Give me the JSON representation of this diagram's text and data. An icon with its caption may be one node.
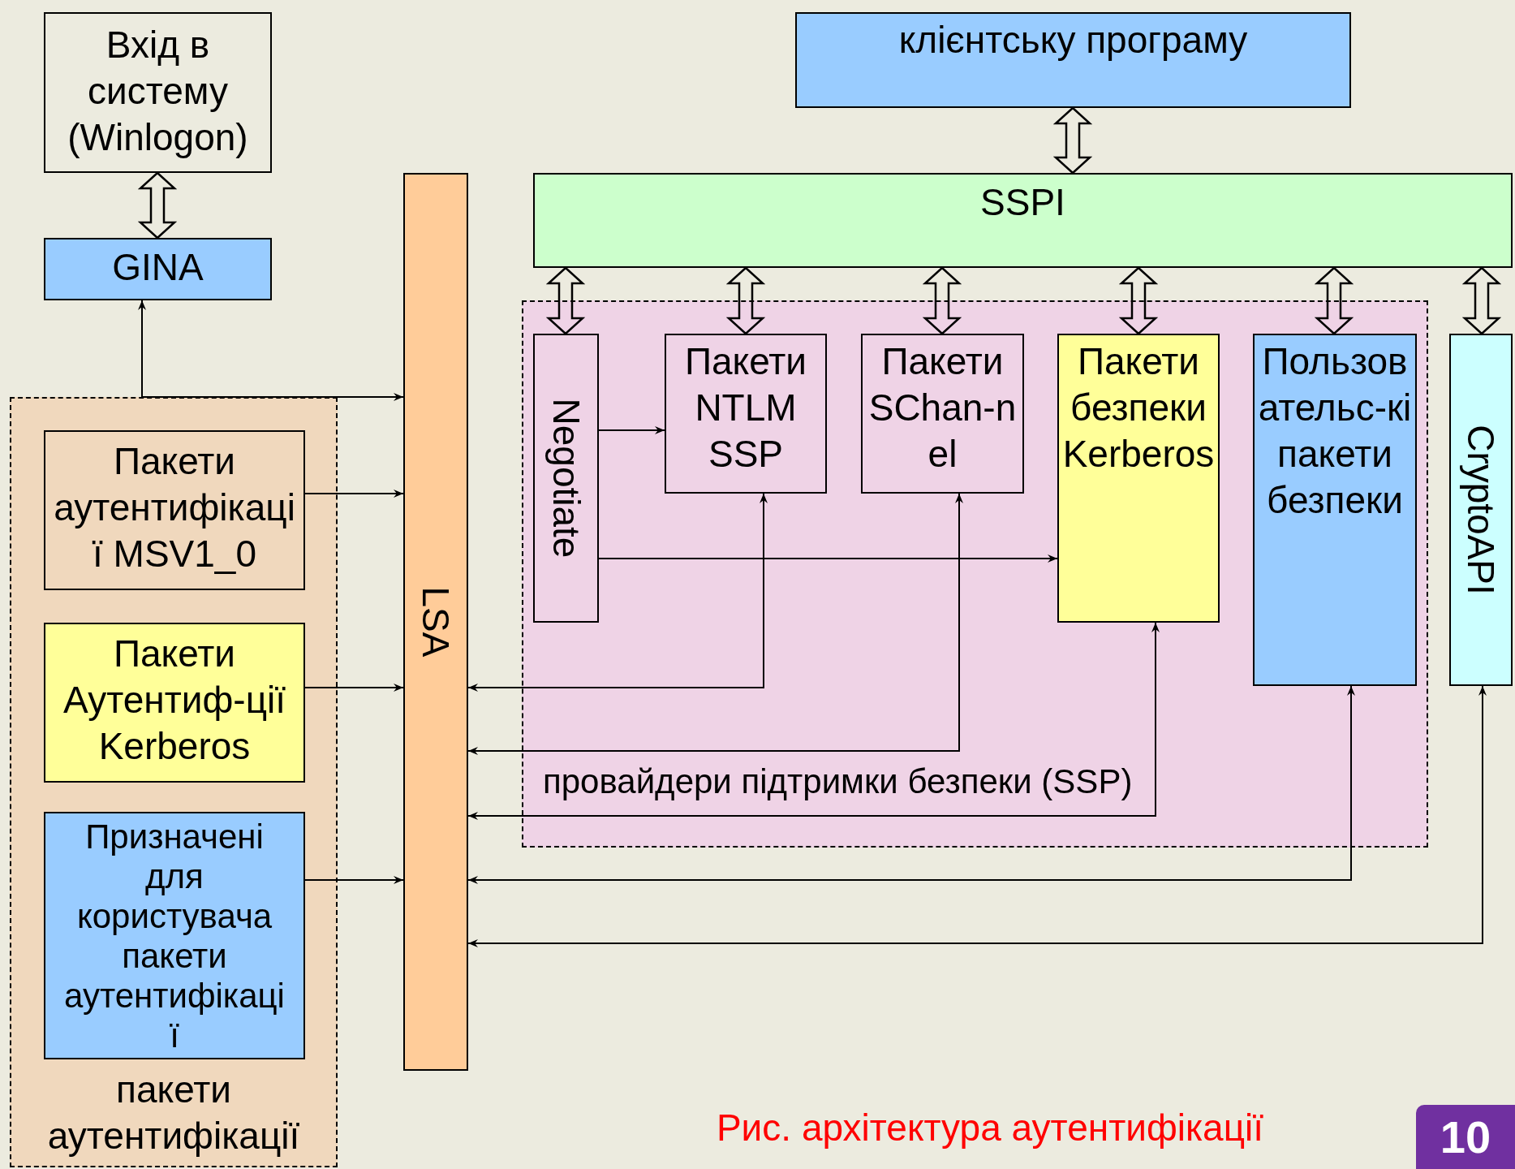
{
  "diagram": {
    "caption": "Рис. архітектура аутентифікації",
    "nodes": [
      {
        "text": [
          "Вхід в систему (Winlogon)"
        ]
      },
      {
        "text": [
          "GINA"
        ]
      },
      {
        "text": [
          "пакети аутентифікації"
        ]
      },
      {
        "text": [
          "Пакети аутентифікаці ї MSV1_0"
        ],
        "in": 2
      },
      {
        "text": [
          "Пакети Аутентиф-ції Kerberos"
        ],
        "in": 2
      },
      {
        "text": [
          "Призначені для користувача пакети аутентифікаці ї"
        ],
        "in": 2
      },
      {
        "text": [
          "LSA"
        ]
      },
      {
        "text": [
          "клієнтську програму"
        ]
      },
      {
        "text": [
          "SSPI"
        ]
      },
      {
        "text": [
          "провайдери підтримки безпеки (SSP)"
        ]
      },
      {
        "text": [
          "Negotiate"
        ],
        "in": 9
      },
      {
        "text": [
          "Пакети NTLM SSP"
        ],
        "in": 9
      },
      {
        "text": [
          "Пакети SChan-n el"
        ],
        "in": 9
      },
      {
        "text": [
          "Пакети безпеки Kerberos"
        ],
        "in": 9
      },
      {
        "text": [
          "Пользов ательс-кі пакети безпеки"
        ],
        "in": 9
      },
      {
        "text": [
          "CryptoAPI"
        ]
      }
    ],
    "edges": [
      {
        "from": 0,
        "to": 1,
        "arrow": "both",
        "style": "thick"
      },
      {
        "from": 7,
        "to": 8,
        "arrow": "both",
        "style": "thick"
      },
      {
        "from": 8,
        "to": 10,
        "arrow": "both",
        "style": "thick"
      },
      {
        "from": 8,
        "to": 11,
        "arrow": "both",
        "style": "thick"
      },
      {
        "from": 8,
        "to": 12,
        "arrow": "both",
        "style": "thick"
      },
      {
        "from": 8,
        "to": 13,
        "arrow": "both",
        "style": "thick"
      },
      {
        "from": 8,
        "to": 14,
        "arrow": "both",
        "style": "thick"
      },
      {
        "from": 8,
        "to": 15,
        "arrow": "both",
        "style": "thick"
      },
      {
        "from": 1,
        "to": 6,
        "arrow": "both"
      },
      {
        "from": 3,
        "to": 6,
        "arrow": "to"
      },
      {
        "from": 4,
        "to": 6,
        "arrow": "to"
      },
      {
        "from": 5,
        "to": 6,
        "arrow": "to"
      },
      {
        "from": 10,
        "to": 11,
        "arrow": "to"
      },
      {
        "from": 10,
        "to": 13,
        "arrow": "to"
      },
      {
        "from": 11,
        "to": 6,
        "arrow": "both"
      },
      {
        "from": 12,
        "to": 6,
        "arrow": "both"
      },
      {
        "from": 13,
        "to": 6,
        "arrow": "both"
      },
      {
        "from": 14,
        "to": 6,
        "arrow": "both"
      },
      {
        "from": 15,
        "to": 6,
        "arrow": "both"
      }
    ],
    "labels": [
      "10"
    ]
  }
}
